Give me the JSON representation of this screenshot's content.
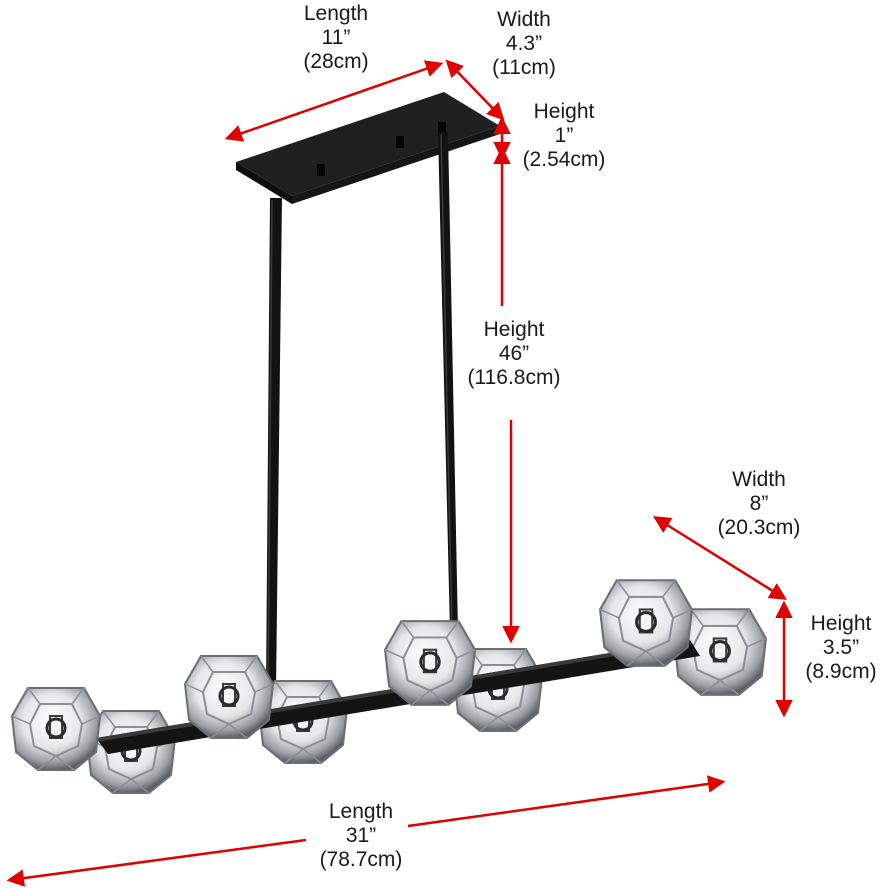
{
  "colors": {
    "background": "#ffffff",
    "metal": "#141414",
    "arrow": "#e00000",
    "text": "#1a1a1a"
  },
  "canopy": {
    "length": {
      "label": "Length",
      "inch": "11”",
      "metric": "(28cm)"
    },
    "width": {
      "label": "Width",
      "inch": "4.3”",
      "metric": "(11cm)"
    },
    "height": {
      "label": "Height",
      "inch": "1”",
      "metric": "(2.54cm)"
    }
  },
  "drop": {
    "height": {
      "label": "Height",
      "inch": "46”",
      "metric": "(116.8cm)"
    }
  },
  "fixture": {
    "width": {
      "label": "Width",
      "inch": "8”",
      "metric": "(20.3cm)"
    },
    "height": {
      "label": "Height",
      "inch": "3.5”",
      "metric": "(8.9cm)"
    },
    "length": {
      "label": "Length",
      "inch": "31”",
      "metric": "(78.7cm)"
    }
  }
}
